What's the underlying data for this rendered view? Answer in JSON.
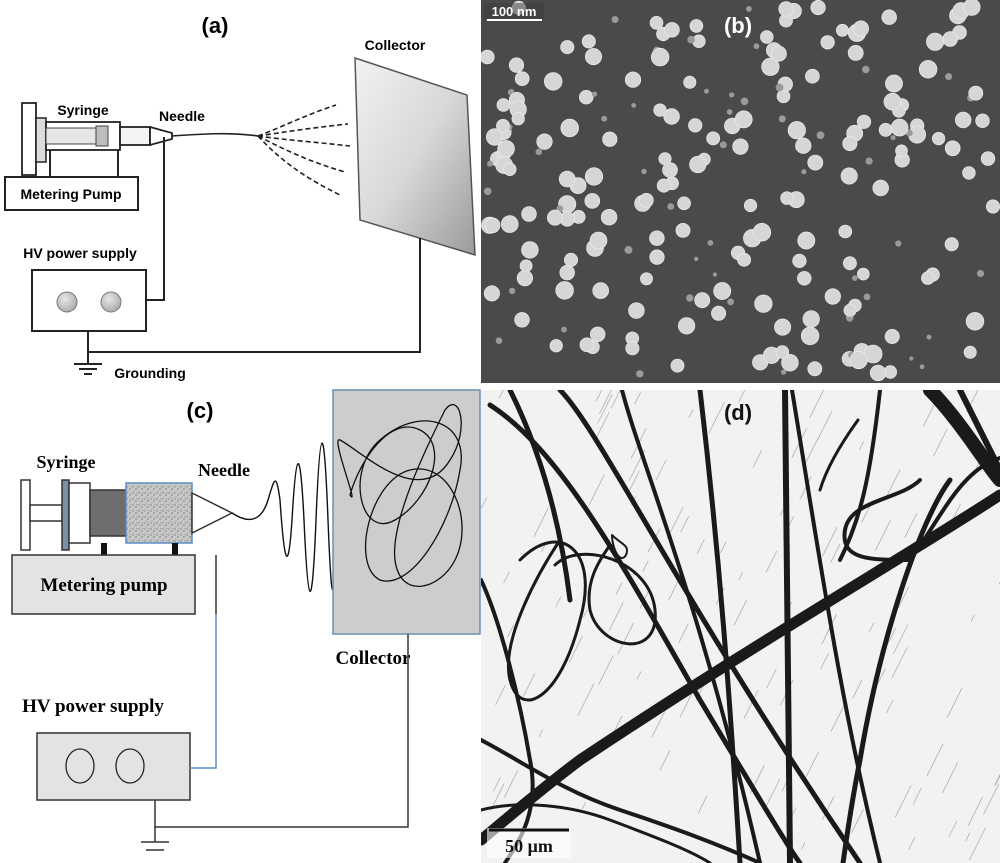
{
  "panel_a": {
    "label": "(a)",
    "syringe": "Syringe",
    "needle": "Needle",
    "collector": "Collector",
    "pump": "Metering Pump",
    "hv": "HV power supply",
    "ground": "Grounding"
  },
  "panel_b": {
    "label": "(b)",
    "scale_bar": "100 nm"
  },
  "panel_c": {
    "label": "(c)",
    "syringe": "Syringe",
    "needle": "Needle",
    "collector": "Collector",
    "pump": "Metering pump",
    "hv": "HV power supply"
  },
  "panel_d": {
    "label": "(d)",
    "scale_bar": "50 μm"
  },
  "colors": {
    "sem_background": "#4a4a4a",
    "particle": "#d8d8d8",
    "fiber": "#1a1a1a",
    "collector_fill": "#cfcfcf",
    "collector_border": "#6a8fb8",
    "wire_blue": "#5b8fc7"
  }
}
